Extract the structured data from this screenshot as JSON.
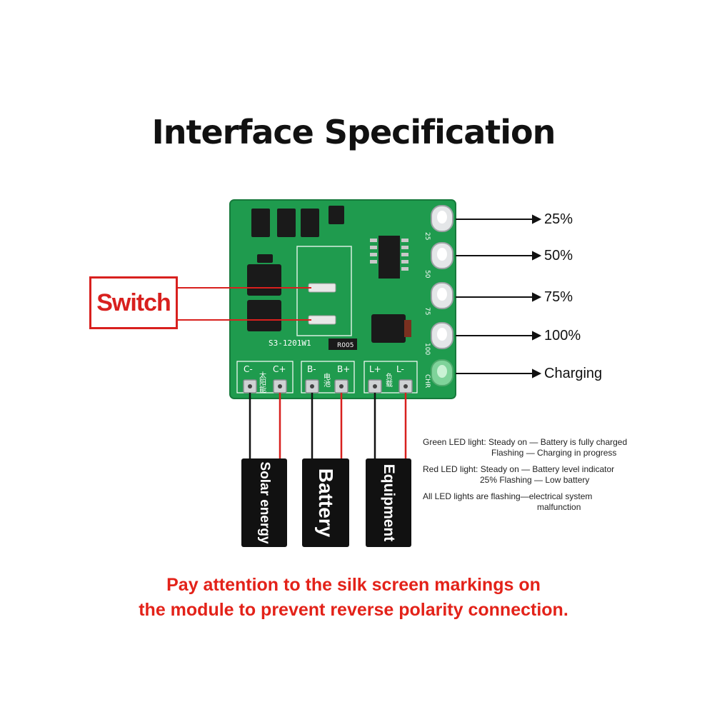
{
  "title": "Interface Specification",
  "switch_label": "Switch",
  "led_labels": [
    "25%",
    "50%",
    "75%",
    "100%",
    "Charging"
  ],
  "board": {
    "model": "S3-1201W1",
    "resistor": "R005",
    "pins": [
      "C-",
      "C+",
      "B-",
      "B+",
      "L+",
      "L-"
    ],
    "silk_solar": "太阳能",
    "silk_battery": "电池",
    "silk_load": "负载",
    "led_marks": [
      "25",
      "50",
      "75",
      "100",
      "CHR"
    ]
  },
  "tags": {
    "solar": "Solar energy",
    "battery": "Battery",
    "equipment": "Equipment"
  },
  "notes": [
    [
      "Green LED light: Steady on — Battery is fully charged",
      "Flashing — Charging in progress"
    ],
    [
      "Red LED light: Steady on — Battery level indicator",
      "25% Flashing — Low battery"
    ],
    [
      "All LED lights are flashing—electrical system",
      "malfunction"
    ]
  ],
  "warning": {
    "line1": "Pay attention to the silk screen markings on",
    "line2": "the module to prevent reverse polarity connection."
  },
  "colors": {
    "pcb": "#1f9b4e",
    "wire_red": "#d8201e",
    "wire_black": "#111111",
    "warning_red": "#e32219"
  }
}
